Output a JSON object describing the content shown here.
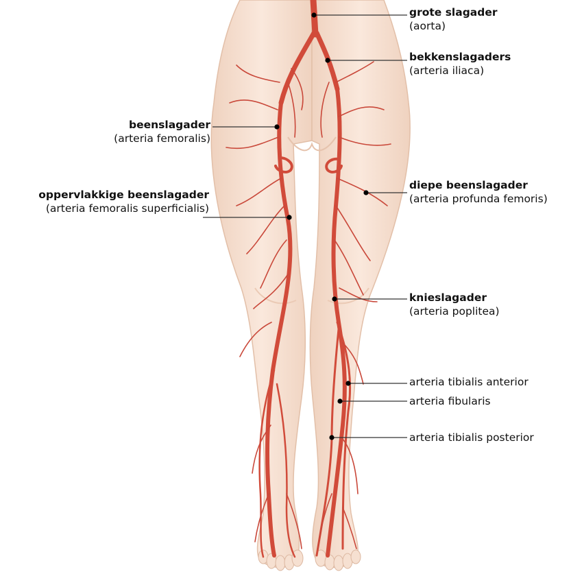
{
  "labels": {
    "aorta": {
      "title": "grote slagader",
      "subtitle": "(aorta)"
    },
    "iliaca": {
      "title": "bekkenslagaders",
      "subtitle": "(arteria iliaca)"
    },
    "femoralis": {
      "title": "beenslagader",
      "subtitle": "(arteria femoralis)"
    },
    "profunda": {
      "title": "diepe beenslagader",
      "subtitle": "(arteria profunda femoris)"
    },
    "superficialis": {
      "title": "oppervlakkige beenslagader",
      "subtitle": "(arteria femoralis superficialis)"
    },
    "poplitea": {
      "title": "knieslagader",
      "subtitle": "(arteria poplitea)"
    },
    "tib_anterior": {
      "title": "arteria tibialis anterior"
    },
    "fibularis": {
      "title": "arteria fibularis"
    },
    "tib_posterior": {
      "title": "arteria tibialis posterior"
    }
  },
  "colors": {
    "skin": "#f7e3d6",
    "skin_shadow": "#ecc9b3",
    "artery": "#d14b3a",
    "artery_dark": "#a83026",
    "leader": "#333333"
  }
}
